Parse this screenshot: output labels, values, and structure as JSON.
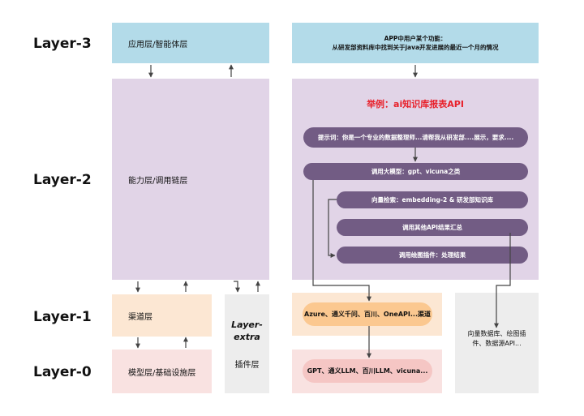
{
  "layers": {
    "l3": "Layer-3",
    "l2": "Layer-2",
    "l1": "Layer-1",
    "l0": "Layer-0",
    "extra_line1": "Layer-",
    "extra_line2": "extra"
  },
  "left_blocks": {
    "app": "应用层/智能体层",
    "capability": "能力层/调用链层",
    "channel": "渠道层",
    "model": "模型层/基础设施层",
    "plugin": "插件层"
  },
  "right": {
    "request_line1": "APP中用户某个功能：",
    "request_line2": "从研发部资料库中找到关于java开发进展的最近一个月的情况",
    "example_title": "举例：ai知识库报表API",
    "steps": [
      "提示词：你是一个专业的数据整理师...请帮我从研发部....展示，要求....",
      "调用大模型：gpt、vicuna之类",
      "向量检索：embedding-2 & 研发部知识库",
      "调用其他API结果汇总",
      "调用绘图插件：处理结果"
    ],
    "channel": "Azure、通义千问、百川、OneAPI...渠道",
    "models": "GPT、通义LLM、百川LLM、vicuna...",
    "plugins_line1": "向量数据库、绘图插",
    "plugins_line2": "件、数据源API..."
  },
  "colors": {
    "blue": "#b3dbe9",
    "purple": "#e1d4e7",
    "pill": "#725c84",
    "orange_bg": "#fce7d3",
    "orange_pill": "#fbc890",
    "pink_bg": "#f9e2e1",
    "pink_pill": "#f5c6c4",
    "gray": "#ededed",
    "title_red": "#e8202a"
  }
}
